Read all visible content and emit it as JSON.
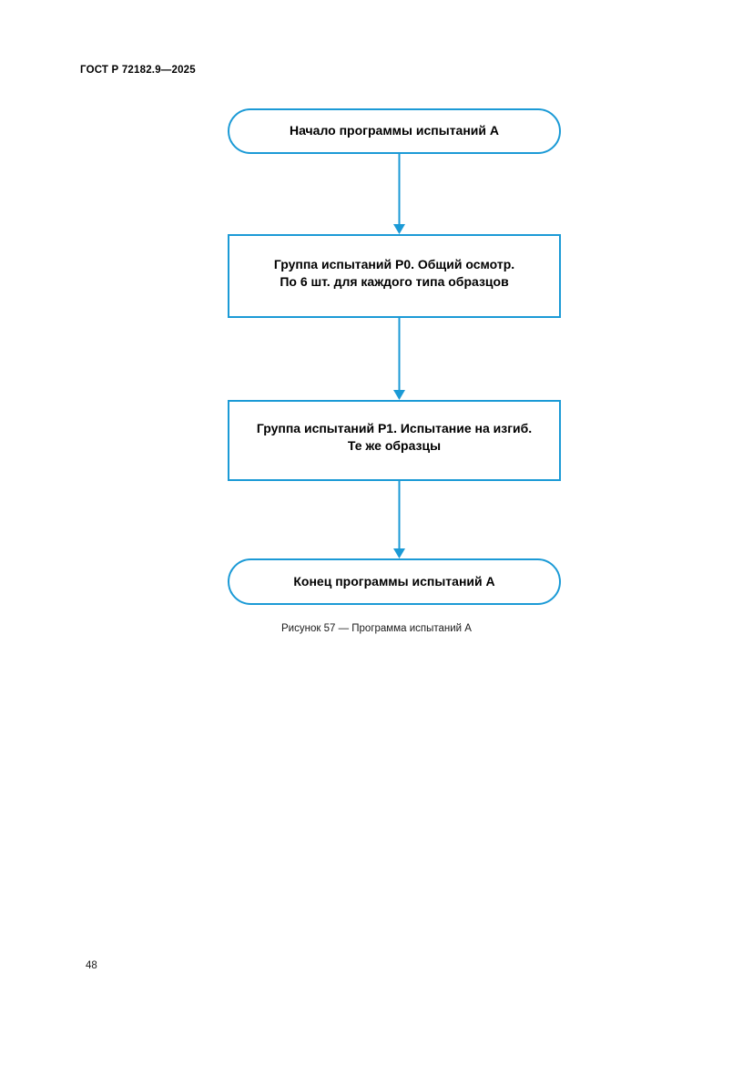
{
  "document": {
    "header": "ГОСТ Р 72182.9—2025",
    "page_number": "48"
  },
  "figure": {
    "caption": "Рисунок 57 — Программа испытаний А",
    "accent_color": "#1b9ad6",
    "text_color": "#000000",
    "background_color": "#ffffff",
    "nodes": [
      {
        "id": "start",
        "shape": "stadium",
        "line1": "Начало программы испытаний А",
        "line2": ""
      },
      {
        "id": "p0",
        "shape": "rectangle",
        "line1": "Группа испытаний Р0. Общий осмотр.",
        "line2": "По 6 шт. для каждого типа образцов"
      },
      {
        "id": "p1",
        "shape": "rectangle",
        "line1": "Группа испытаний Р1. Испытание на изгиб.",
        "line2": "Те же образцы"
      },
      {
        "id": "end",
        "shape": "stadium",
        "line1": "Конец программы испытаний А",
        "line2": ""
      }
    ],
    "connectors": [
      {
        "id": "start-to-p0",
        "from": "start",
        "to": "p0",
        "arrow": "down"
      },
      {
        "id": "p0-to-p1",
        "from": "p0",
        "to": "p1",
        "arrow": "down"
      },
      {
        "id": "p1-to-end",
        "from": "p1",
        "to": "end",
        "arrow": "down"
      }
    ]
  }
}
